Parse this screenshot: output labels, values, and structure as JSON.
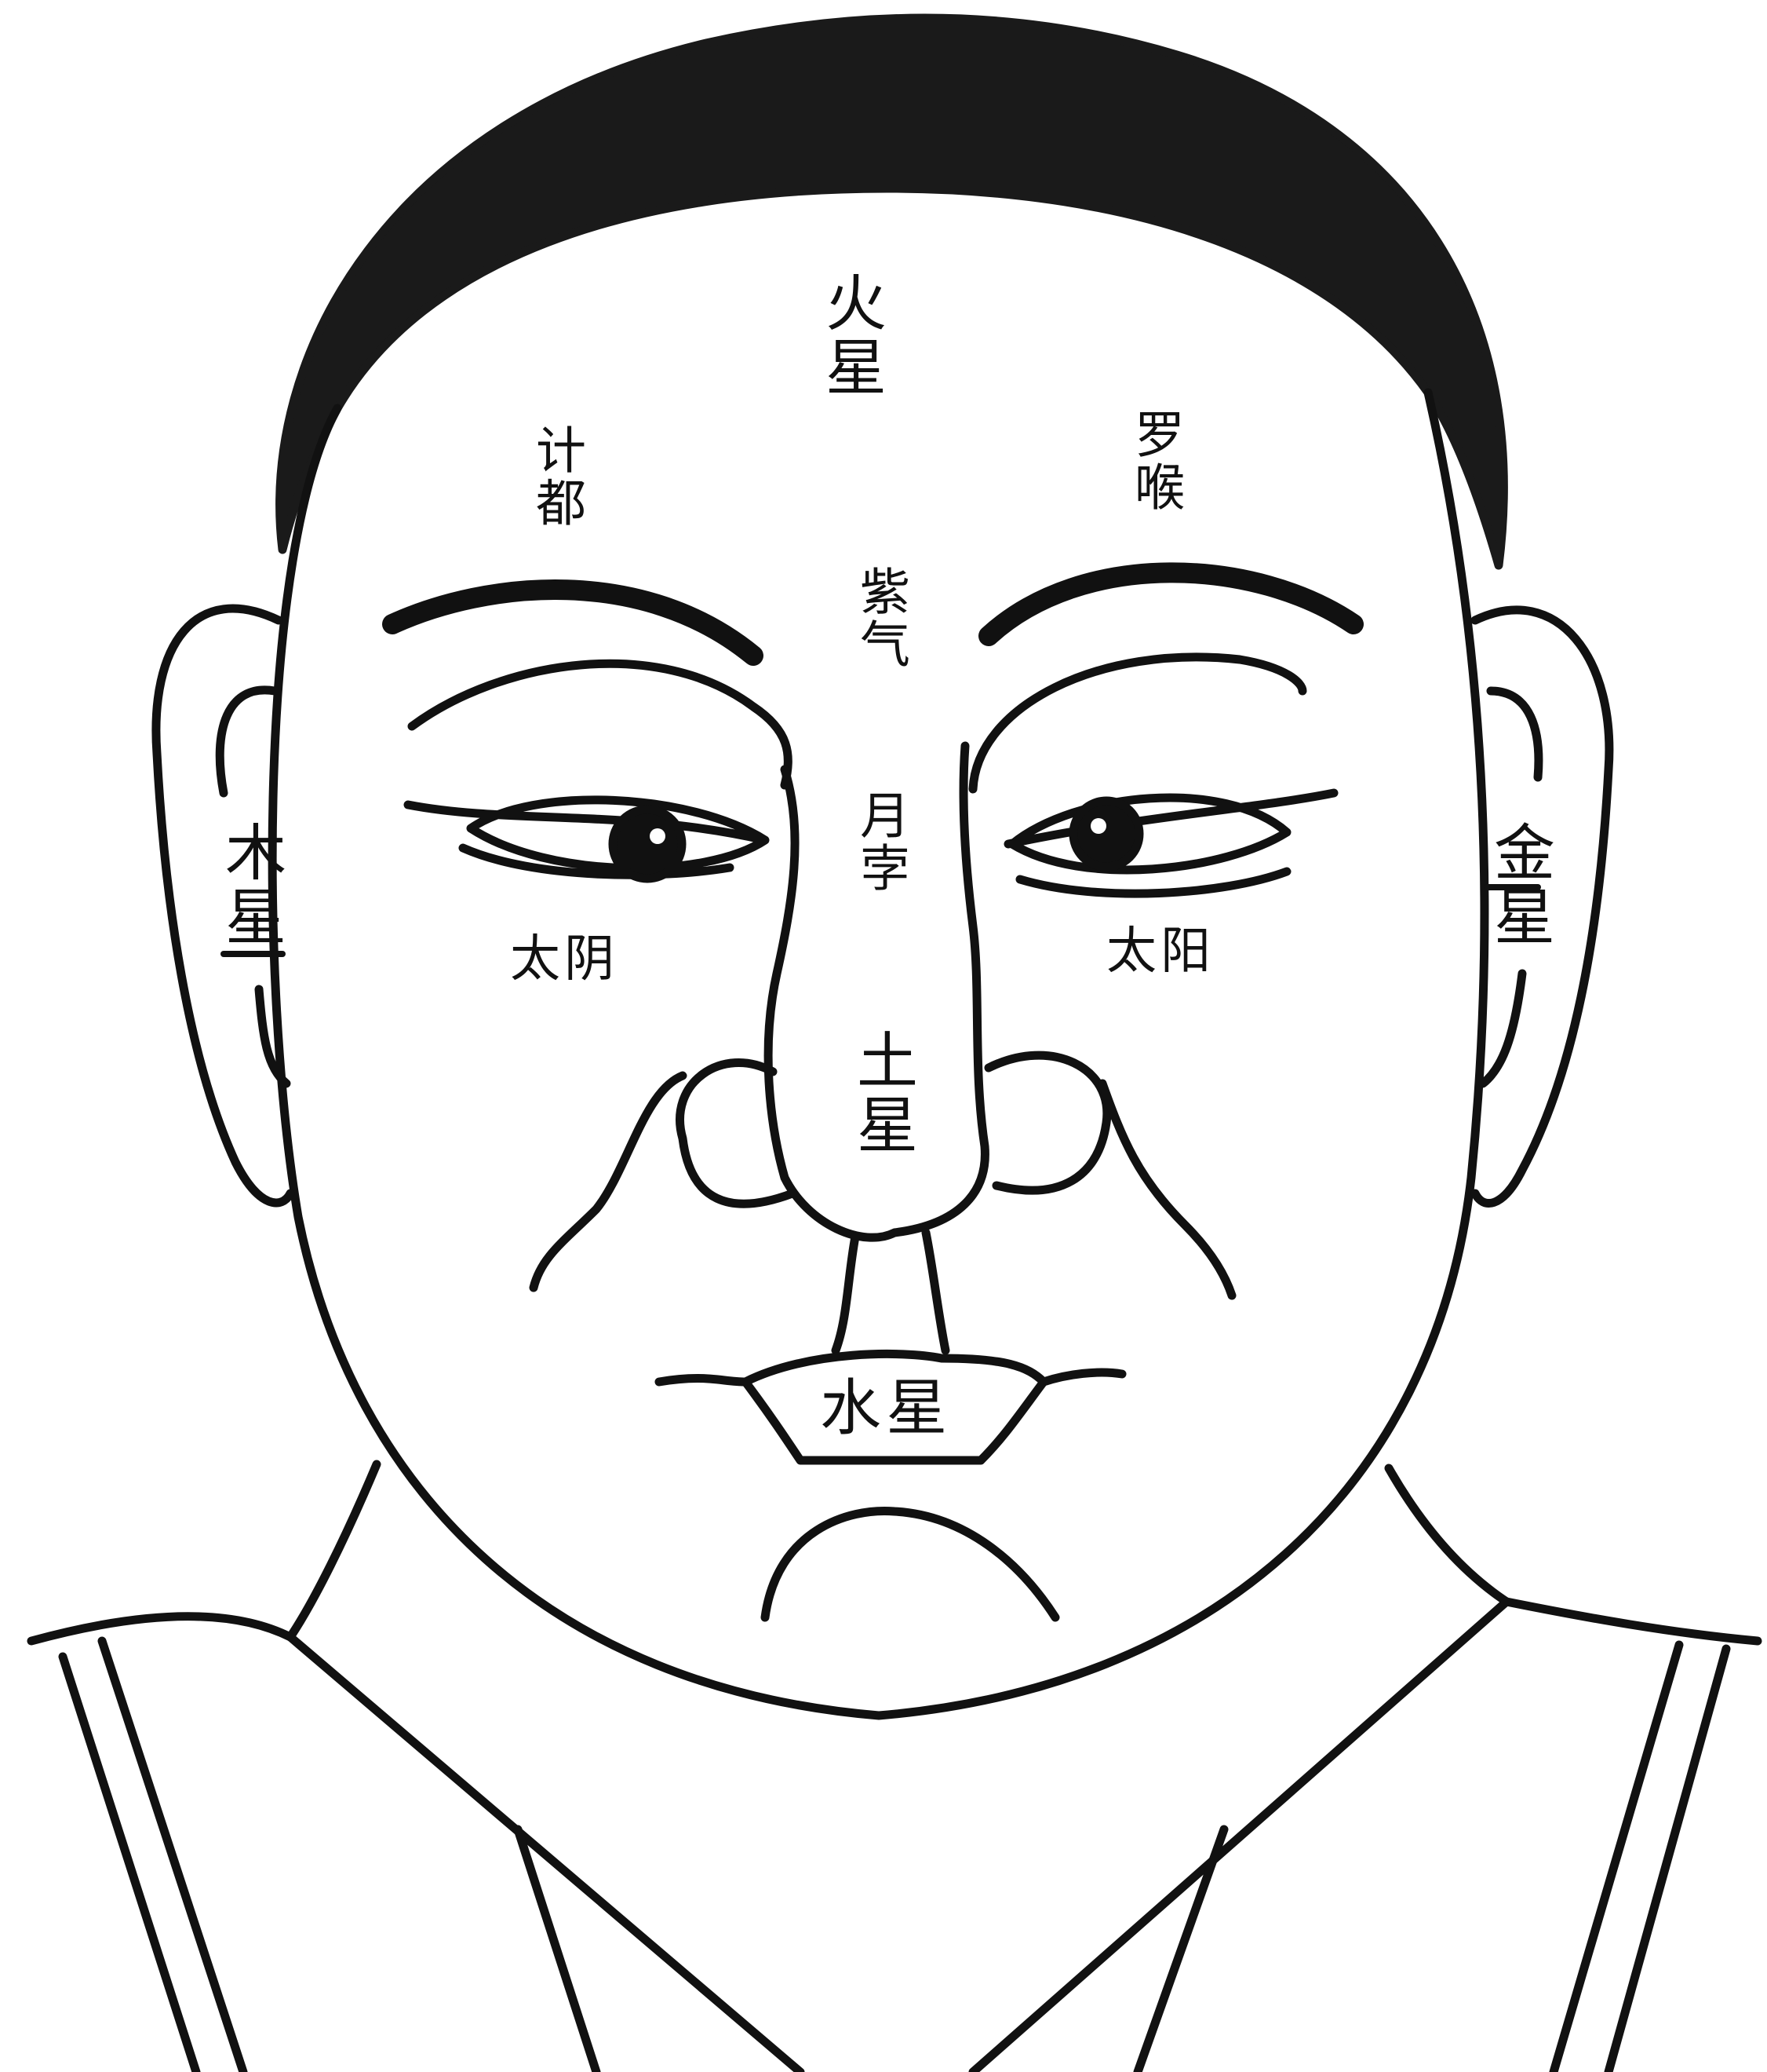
{
  "labels": {
    "fire_star": "火星",
    "ji_du": "计都",
    "luo_hou": "罗喉",
    "zi_qi": "紫气",
    "yue_bo": "月孛",
    "wood_star": "木星",
    "metal_star": "金星",
    "tai_yin": "太阴",
    "tai_yang": "太阳",
    "earth_star": "土星",
    "water_star": "水星"
  },
  "colors": {
    "ink": "#111111",
    "paper": "#ffffff",
    "hair": "#1a1a1a"
  }
}
